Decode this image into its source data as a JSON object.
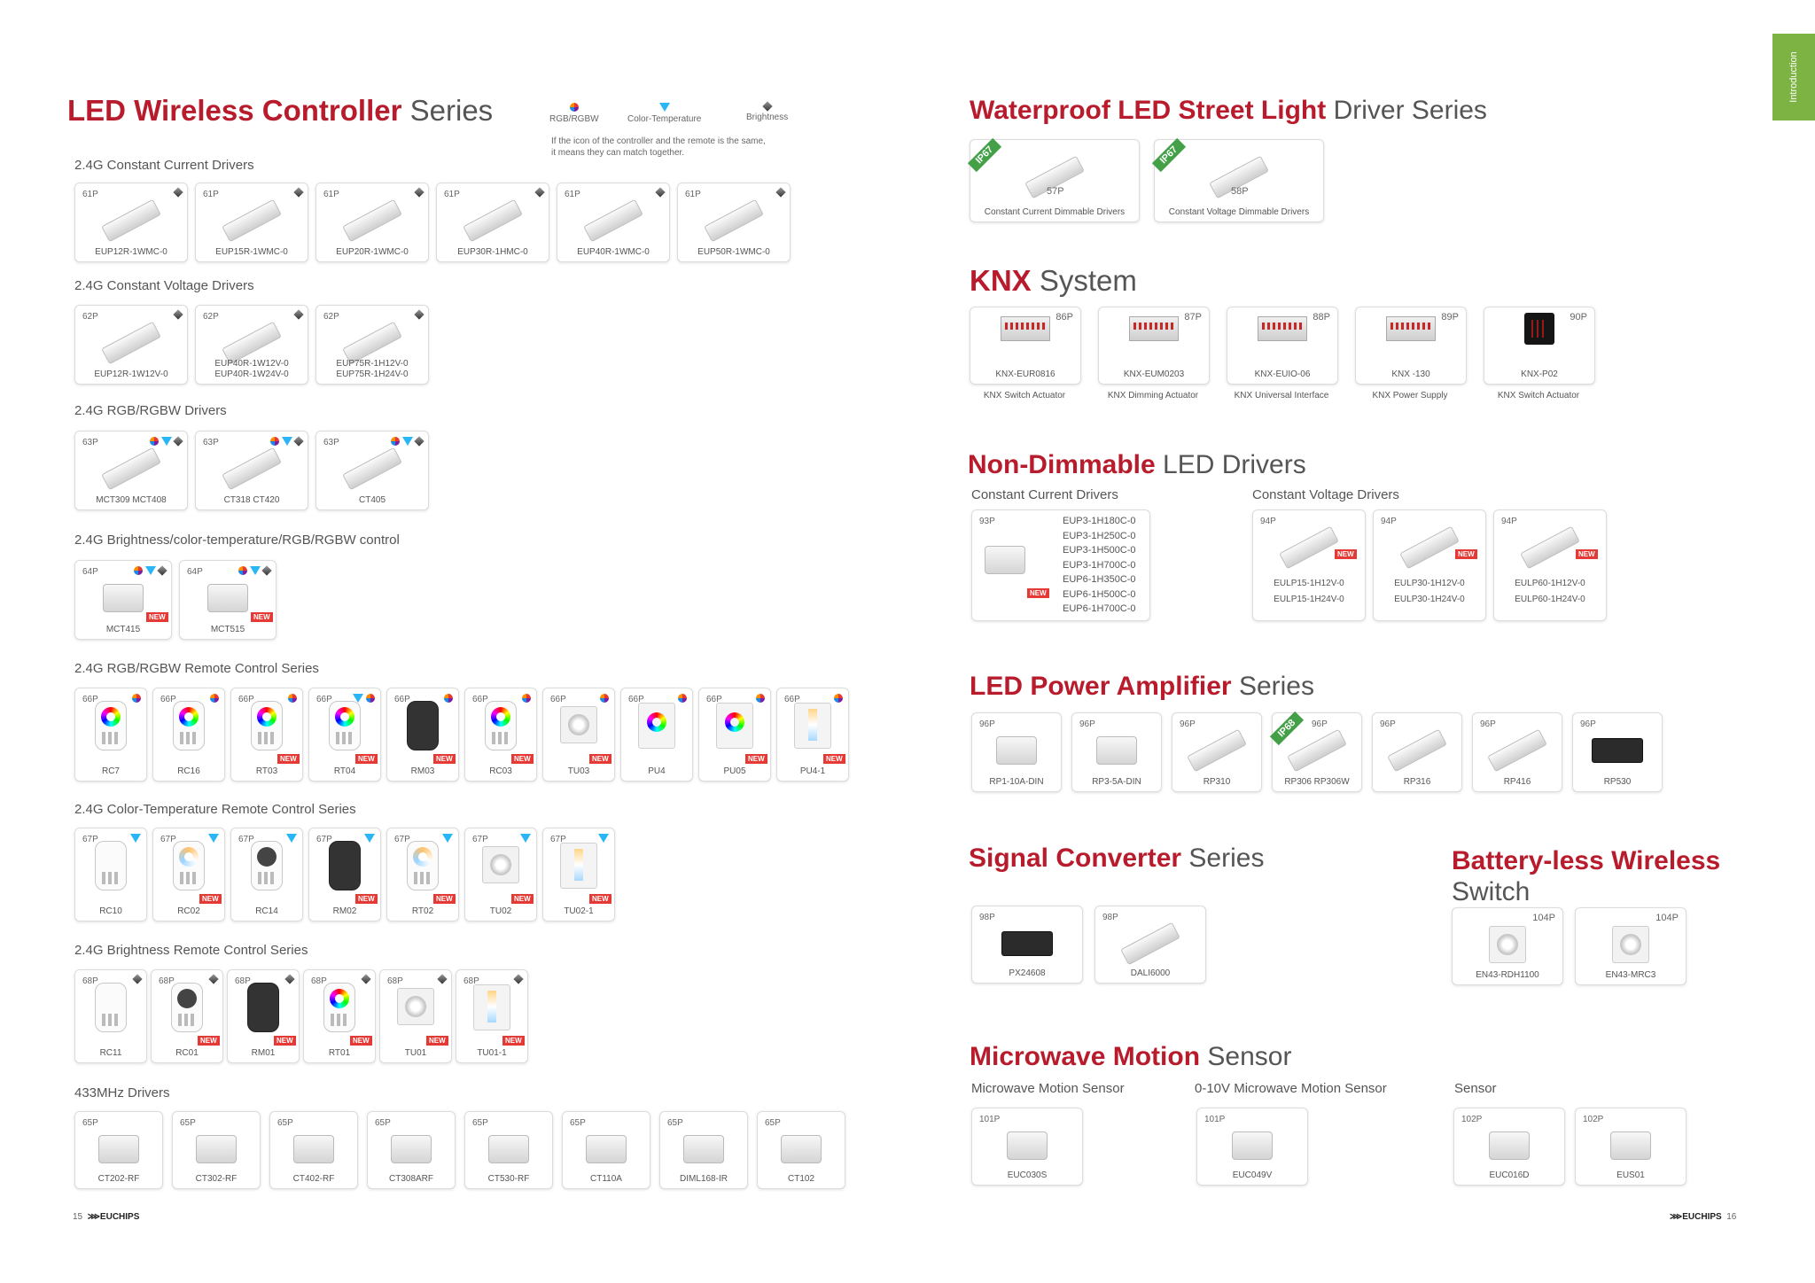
{
  "intro_tab": "Introduction",
  "left": {
    "title_hl": "LED Wireless Controller",
    "title_rest": "Series",
    "legend": {
      "rgb": "RGB/RGBW",
      "ct": "Color-Temperature",
      "br": "Brightness",
      "note": "If the icon of the controller and the remote is the same,\nit means they can match together."
    },
    "sections": [
      {
        "title": "2.4G Constant Current Drivers",
        "items": [
          {
            "page": "61P",
            "label": "EUP12R-1WMC-0",
            "icons": [
              "br"
            ]
          },
          {
            "page": "61P",
            "label": "EUP15R-1WMC-0",
            "icons": [
              "br"
            ]
          },
          {
            "page": "61P",
            "label": "EUP20R-1WMC-0",
            "icons": [
              "br"
            ]
          },
          {
            "page": "61P",
            "label": "EUP30R-1HMC-0",
            "icons": [
              "br"
            ]
          },
          {
            "page": "61P",
            "label": "EUP40R-1WMC-0",
            "icons": [
              "br"
            ]
          },
          {
            "page": "61P",
            "label": "EUP50R-1WMC-0",
            "icons": [
              "br"
            ]
          }
        ]
      },
      {
        "title": "2.4G Constant Voltage Drivers",
        "items": [
          {
            "page": "62P",
            "label": "EUP12R-1W12V-0",
            "icons": [
              "br"
            ]
          },
          {
            "page": "62P",
            "label": "EUP40R-1W12V-0\nEUP40R-1W24V-0",
            "icons": [
              "br"
            ]
          },
          {
            "page": "62P",
            "label": "EUP75R-1H12V-0\nEUP75R-1H24V-0",
            "icons": [
              "br"
            ]
          }
        ]
      },
      {
        "title": "2.4G RGB/RGBW Drivers",
        "items": [
          {
            "page": "63P",
            "label": "MCT309   MCT408",
            "icons": [
              "rgb",
              "ct",
              "br"
            ]
          },
          {
            "page": "63P",
            "label": "CT318    CT420",
            "icons": [
              "rgb",
              "ct",
              "br"
            ]
          },
          {
            "page": "63P",
            "label": "CT405",
            "icons": [
              "rgb",
              "ct",
              "br"
            ]
          }
        ]
      },
      {
        "title": "2.4G Brightness/color-temperature/RGB/RGBW control",
        "items": [
          {
            "page": "64P",
            "label": "MCT415",
            "icons": [
              "rgb",
              "ct",
              "br"
            ],
            "new": true
          },
          {
            "page": "64P",
            "label": "MCT515",
            "icons": [
              "rgb",
              "ct",
              "br"
            ],
            "new": true
          }
        ]
      },
      {
        "title": "2.4G RGB/RGBW Remote Control Series",
        "items": [
          {
            "page": "66P",
            "label": "RC7",
            "icons": [
              "rgb"
            ]
          },
          {
            "page": "66P",
            "label": "RC16",
            "icons": [
              "rgb"
            ]
          },
          {
            "page": "66P",
            "label": "RT03",
            "icons": [
              "rgb"
            ],
            "new": true
          },
          {
            "page": "66P",
            "label": "RT04",
            "icons": [
              "ct",
              "rgb"
            ],
            "new": true
          },
          {
            "page": "66P",
            "label": "RM03",
            "icons": [
              "rgb"
            ],
            "new": true
          },
          {
            "page": "66P",
            "label": "RC03",
            "icons": [
              "rgb"
            ],
            "new": true
          },
          {
            "page": "66P",
            "label": "TU03",
            "icons": [
              "rgb"
            ],
            "new": true
          },
          {
            "page": "66P",
            "label": "PU4",
            "icons": [
              "rgb"
            ]
          },
          {
            "page": "66P",
            "label": "PU05",
            "icons": [
              "rgb"
            ],
            "new": true
          },
          {
            "page": "66P",
            "label": "PU4-1",
            "icons": [
              "rgb"
            ],
            "new": true
          }
        ]
      },
      {
        "title": "2.4G Color-Temperature Remote Control Series",
        "items": [
          {
            "page": "67P",
            "label": "RC10",
            "icons": [
              "ct"
            ]
          },
          {
            "page": "67P",
            "label": "RC02",
            "icons": [
              "ct"
            ],
            "new": true
          },
          {
            "page": "67P",
            "label": "RC14",
            "icons": [
              "ct"
            ]
          },
          {
            "page": "67P",
            "label": "RM02",
            "icons": [
              "ct"
            ],
            "new": true
          },
          {
            "page": "67P",
            "label": "RT02",
            "icons": [
              "ct"
            ],
            "new": true
          },
          {
            "page": "67P",
            "label": "TU02",
            "icons": [
              "ct"
            ],
            "new": true
          },
          {
            "page": "67P",
            "label": "TU02-1",
            "icons": [
              "ct"
            ],
            "new": true
          }
        ]
      },
      {
        "title": "2.4G Brightness Remote Control Series",
        "items": [
          {
            "page": "68P",
            "label": "RC11",
            "icons": [
              "br"
            ]
          },
          {
            "page": "68P",
            "label": "RC01",
            "icons": [
              "br"
            ],
            "new": true
          },
          {
            "page": "68P",
            "label": "RM01",
            "icons": [
              "br"
            ],
            "new": true
          },
          {
            "page": "68P",
            "label": "RT01",
            "icons": [
              "br"
            ],
            "new": true
          },
          {
            "page": "68P",
            "label": "TU01",
            "icons": [
              "br"
            ],
            "new": true
          },
          {
            "page": "68P",
            "label": "TU01-1",
            "icons": [
              "br"
            ],
            "new": true
          }
        ]
      },
      {
        "title": "433MHz Drivers",
        "items": [
          {
            "page": "65P",
            "label": "CT202-RF"
          },
          {
            "page": "65P",
            "label": "CT302-RF"
          },
          {
            "page": "65P",
            "label": "CT402-RF"
          },
          {
            "page": "65P",
            "label": "CT308ARF"
          },
          {
            "page": "65P",
            "label": "CT530-RF"
          },
          {
            "page": "65P",
            "label": "CT110A"
          },
          {
            "page": "65P",
            "label": "DIML168-IR"
          },
          {
            "page": "65P",
            "label": "CT102"
          }
        ]
      }
    ],
    "footer_page": "15",
    "footer_logo": "EUCHIPS"
  },
  "right": {
    "street": {
      "title_hl": "Waterproof LED Street Light",
      "title_rest": "Driver Series",
      "items": [
        {
          "ip": "IP67",
          "page": "57P",
          "label": "Constant Current Dimmable Drivers"
        },
        {
          "ip": "IP67",
          "page": "58P",
          "label": "Constant Voltage Dimmable Drivers"
        }
      ]
    },
    "knx": {
      "title_hl": "KNX",
      "title_rest": "System",
      "items": [
        {
          "page": "86P",
          "model": "KNX-EUR0816",
          "desc": "KNX Switch Actuator"
        },
        {
          "page": "87P",
          "model": "KNX-EUM0203",
          "desc": "KNX Dimming Actuator"
        },
        {
          "page": "88P",
          "model": "KNX-EUIO-06",
          "desc": "KNX Universal Interface"
        },
        {
          "page": "89P",
          "model": "KNX -130",
          "desc": "KNX Power Supply"
        },
        {
          "page": "90P",
          "model": "KNX-P02",
          "desc": "KNX Switch Actuator"
        }
      ]
    },
    "nondim": {
      "title_hl": "Non-Dimmable",
      "title_rest": "LED Drivers",
      "cc_title": "Constant Current Drivers",
      "cv_title": "Constant Voltage Drivers",
      "cc": {
        "page": "93P",
        "models": [
          "EUP3-1H180C-0",
          "EUP3-1H250C-0",
          "EUP3-1H500C-0",
          "EUP3-1H700C-0",
          "EUP6-1H350C-0",
          "EUP6-1H500C-0",
          "EUP6-1H700C-0"
        ]
      },
      "cv": [
        {
          "page": "94P",
          "label": "EULP15-1H12V-0\nEULP15-1H24V-0"
        },
        {
          "page": "94P",
          "label": "EULP30-1H12V-0\nEULP30-1H24V-0"
        },
        {
          "page": "94P",
          "label": "EULP60-1H12V-0\nEULP60-1H24V-0"
        }
      ]
    },
    "amp": {
      "title_hl": "LED Power Amplifier",
      "title_rest": "Series",
      "items": [
        {
          "page": "96P",
          "label": "RP1-10A-DIN"
        },
        {
          "page": "96P",
          "label": "RP3-5A-DIN"
        },
        {
          "page": "96P",
          "label": "RP310"
        },
        {
          "page": "96P",
          "label": "RP306   RP306W",
          "ip": "IP68"
        },
        {
          "page": "96P",
          "label": "RP316"
        },
        {
          "page": "96P",
          "label": "RP416"
        },
        {
          "page": "96P",
          "label": "RP530"
        }
      ]
    },
    "signal": {
      "title_hl": "Signal Converter",
      "title_rest": "Series",
      "items": [
        {
          "page": "98P",
          "label": "PX24608"
        },
        {
          "page": "98P",
          "label": "DALI6000"
        }
      ]
    },
    "battery": {
      "title_hl": "Battery-less Wireless",
      "title_rest": "Switch",
      "items": [
        {
          "page": "104P",
          "label": "EN43-RDH1100"
        },
        {
          "page": "104P",
          "label": "EN43-MRC3"
        }
      ]
    },
    "micro": {
      "title_hl": "Microwave Motion",
      "title_rest": "Sensor",
      "sub1": "Microwave Motion Sensor",
      "sub2": "0-10V Microwave Motion Sensor",
      "sub3": "Sensor",
      "items": [
        {
          "page": "101P",
          "label": "EUC030S"
        },
        {
          "page": "101P",
          "label": "EUC049V"
        },
        {
          "page": "102P",
          "label": "EUC016D"
        },
        {
          "page": "102P",
          "label": "EUS01"
        }
      ]
    },
    "footer_page": "16",
    "footer_logo": "EUCHIPS"
  }
}
